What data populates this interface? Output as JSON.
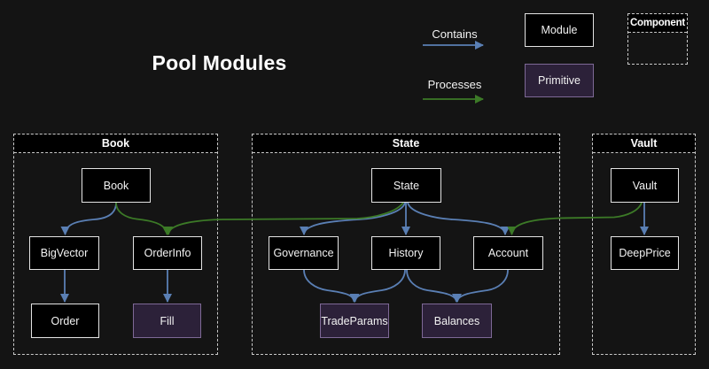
{
  "title": "Pool Modules",
  "legend": {
    "contains_label": "Contains",
    "processes_label": "Processes",
    "module_label": "Module",
    "primitive_label": "Primitive",
    "component_label": "Component"
  },
  "colors": {
    "background": "#141414",
    "contains_arrow": "#5a7fb4",
    "processes_arrow": "#3c7a27",
    "module_fill": "#000000",
    "module_border": "#e4e4e4",
    "primitive_fill": "#2c2139",
    "primitive_border": "#7e6996",
    "dashed_border": "#c9c9c9"
  },
  "containers": {
    "book": {
      "label": "Book"
    },
    "state": {
      "label": "State"
    },
    "vault": {
      "label": "Vault"
    }
  },
  "nodes": {
    "book": {
      "label": "Book",
      "type": "module",
      "container": "book"
    },
    "bigvector": {
      "label": "BigVector",
      "type": "module",
      "container": "book"
    },
    "orderinfo": {
      "label": "OrderInfo",
      "type": "module",
      "container": "book"
    },
    "order": {
      "label": "Order",
      "type": "module",
      "container": "book"
    },
    "fill": {
      "label": "Fill",
      "type": "primitive",
      "container": "book"
    },
    "state": {
      "label": "State",
      "type": "module",
      "container": "state"
    },
    "governance": {
      "label": "Governance",
      "type": "module",
      "container": "state"
    },
    "history": {
      "label": "History",
      "type": "module",
      "container": "state"
    },
    "account": {
      "label": "Account",
      "type": "module",
      "container": "state"
    },
    "tradeparams": {
      "label": "TradeParams",
      "type": "primitive",
      "container": "state"
    },
    "balances": {
      "label": "Balances",
      "type": "primitive",
      "container": "state"
    },
    "vault": {
      "label": "Vault",
      "type": "module",
      "container": "vault"
    },
    "deepprice": {
      "label": "DeepPrice",
      "type": "module",
      "container": "vault"
    }
  },
  "edges": [
    {
      "from": "Book",
      "to": "BigVector",
      "type": "contains"
    },
    {
      "from": "BigVector",
      "to": "Order",
      "type": "contains"
    },
    {
      "from": "OrderInfo",
      "to": "Fill",
      "type": "contains"
    },
    {
      "from": "State",
      "to": "Governance",
      "type": "contains"
    },
    {
      "from": "State",
      "to": "History",
      "type": "contains"
    },
    {
      "from": "State",
      "to": "Account",
      "type": "contains"
    },
    {
      "from": "Governance",
      "to": "TradeParams",
      "type": "contains"
    },
    {
      "from": "History",
      "to": "TradeParams",
      "type": "contains"
    },
    {
      "from": "History",
      "to": "Balances",
      "type": "contains"
    },
    {
      "from": "Account",
      "to": "Balances",
      "type": "contains"
    },
    {
      "from": "Vault",
      "to": "DeepPrice",
      "type": "contains"
    },
    {
      "from": "Book",
      "to": "OrderInfo",
      "type": "processes"
    },
    {
      "from": "State",
      "to": "OrderInfo",
      "type": "processes"
    },
    {
      "from": "Vault",
      "to": "Account",
      "type": "processes"
    }
  ]
}
